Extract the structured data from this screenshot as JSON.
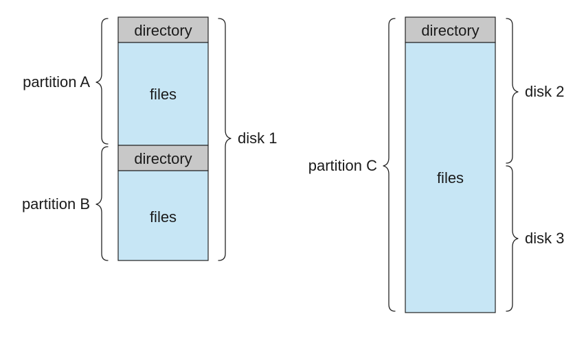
{
  "left_disk": {
    "partition_a": {
      "label": "partition A",
      "directory": "directory",
      "files": "files"
    },
    "partition_b": {
      "label": "partition B",
      "directory": "directory",
      "files": "files"
    },
    "disk_label": "disk 1"
  },
  "right_disk": {
    "partition_c": {
      "label": "partition C",
      "directory": "directory",
      "files": "files"
    },
    "disk2_label": "disk 2",
    "disk3_label": "disk 3"
  },
  "colors": {
    "directory_fill": "#c8c8c8",
    "files_fill": "#c7e6f5",
    "stroke": "#222222"
  }
}
